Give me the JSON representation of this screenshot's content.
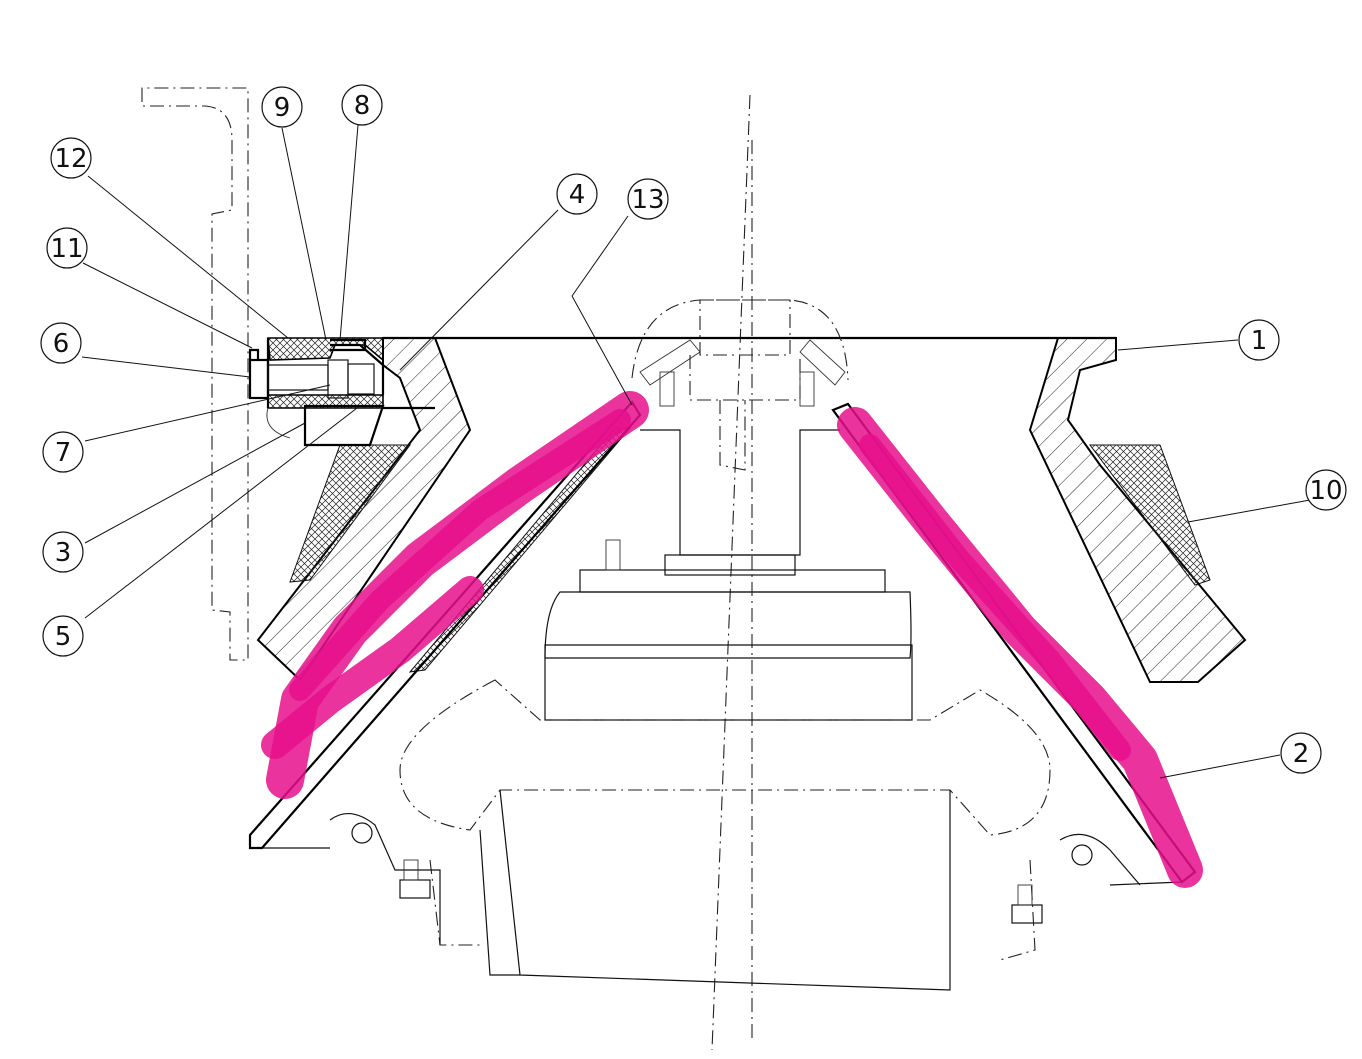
{
  "callouts": [
    {
      "id": "1",
      "label": "1"
    },
    {
      "id": "2",
      "label": "2"
    },
    {
      "id": "3",
      "label": "3"
    },
    {
      "id": "4",
      "label": "4"
    },
    {
      "id": "5",
      "label": "5"
    },
    {
      "id": "6",
      "label": "6"
    },
    {
      "id": "7",
      "label": "7"
    },
    {
      "id": "8",
      "label": "8"
    },
    {
      "id": "9",
      "label": "9"
    },
    {
      "id": "10",
      "label": "10"
    },
    {
      "id": "11",
      "label": "11"
    },
    {
      "id": "12",
      "label": "12"
    },
    {
      "id": "13",
      "label": "13"
    }
  ],
  "colors": {
    "line": "#111111",
    "highlight": "#e60f8c",
    "background": "#ffffff"
  }
}
